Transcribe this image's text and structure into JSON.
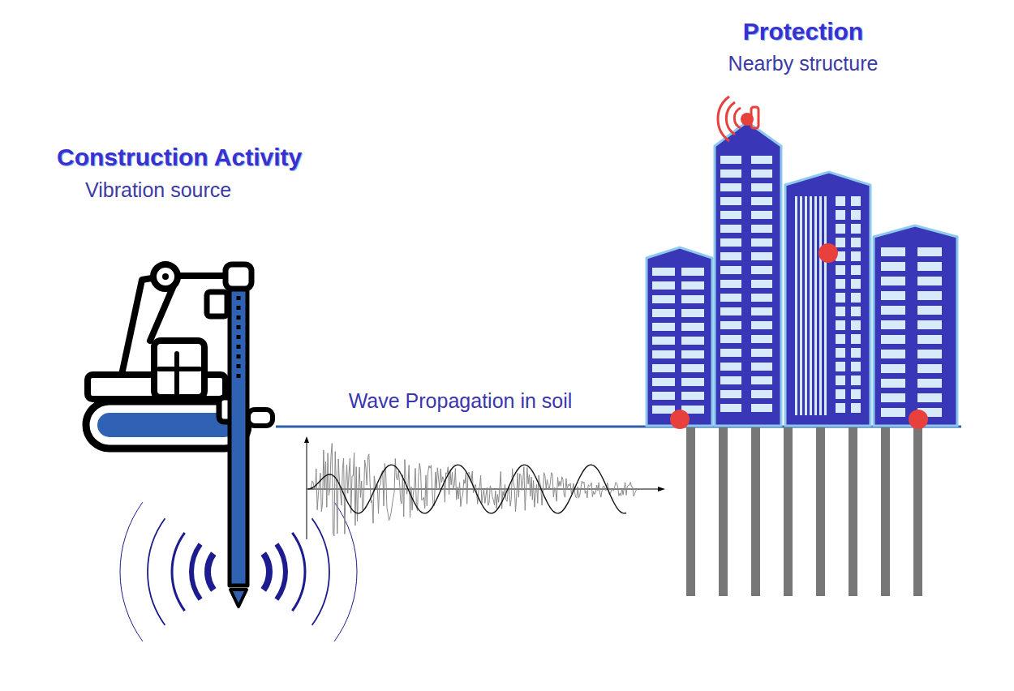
{
  "diagram": {
    "nodes": [
      {
        "text": [
          "Construction Activity",
          "Vibration source"
        ]
      },
      {
        "text": [
          "Protection",
          "Nearby structure"
        ]
      }
    ],
    "edges": [
      {
        "from": 0,
        "to": 1,
        "arrow": "none",
        "label": "Wave Propagation in soil"
      }
    ]
  }
}
